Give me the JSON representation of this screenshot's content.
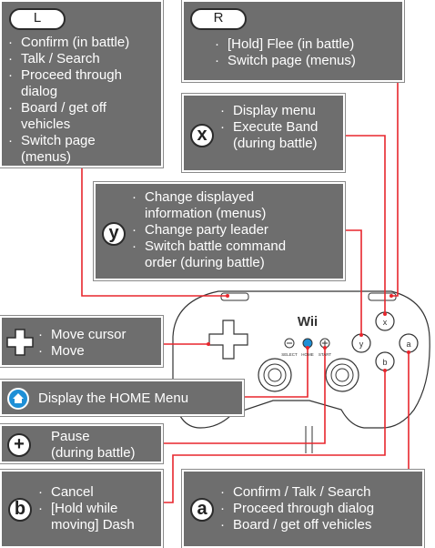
{
  "L": {
    "badge": "L",
    "items": [
      "Confirm (in battle)",
      "Talk / Search",
      "Proceed through",
      "dialog",
      "Board / get off",
      "vehicles",
      "Switch page",
      "(menus)"
    ]
  },
  "R": {
    "badge": "R",
    "items": [
      "[Hold] Flee (in battle)",
      "Switch page (menus)"
    ]
  },
  "X": {
    "badge": "x",
    "items": [
      "Display menu",
      "Execute Band",
      "(during battle)"
    ]
  },
  "Y": {
    "badge": "y",
    "items": [
      "Change displayed",
      "information (menus)",
      "Change party leader",
      "Switch battle command",
      "order (during battle)"
    ]
  },
  "dpad": {
    "items": [
      "Move cursor",
      "Move"
    ]
  },
  "home": {
    "label": "Display the HOME Menu"
  },
  "plus": {
    "badge": "+",
    "items": [
      "Pause",
      "(during battle)"
    ]
  },
  "B": {
    "badge": "b",
    "items": [
      "Cancel",
      "[Hold while",
      "moving] Dash"
    ]
  },
  "A": {
    "badge": "a",
    "items": [
      "Confirm / Talk / Search",
      "Proceed through dialog",
      "Board / get off vehicles"
    ]
  },
  "controller": {
    "logo": "Wii",
    "select": "SELECT",
    "home": "HOME",
    "start": "START",
    "x": "x",
    "y": "y",
    "a": "a",
    "b": "b"
  },
  "colors": {
    "box": "#6e6e6e",
    "line": "#e8262d",
    "home_blue": "#1e8fd6"
  }
}
